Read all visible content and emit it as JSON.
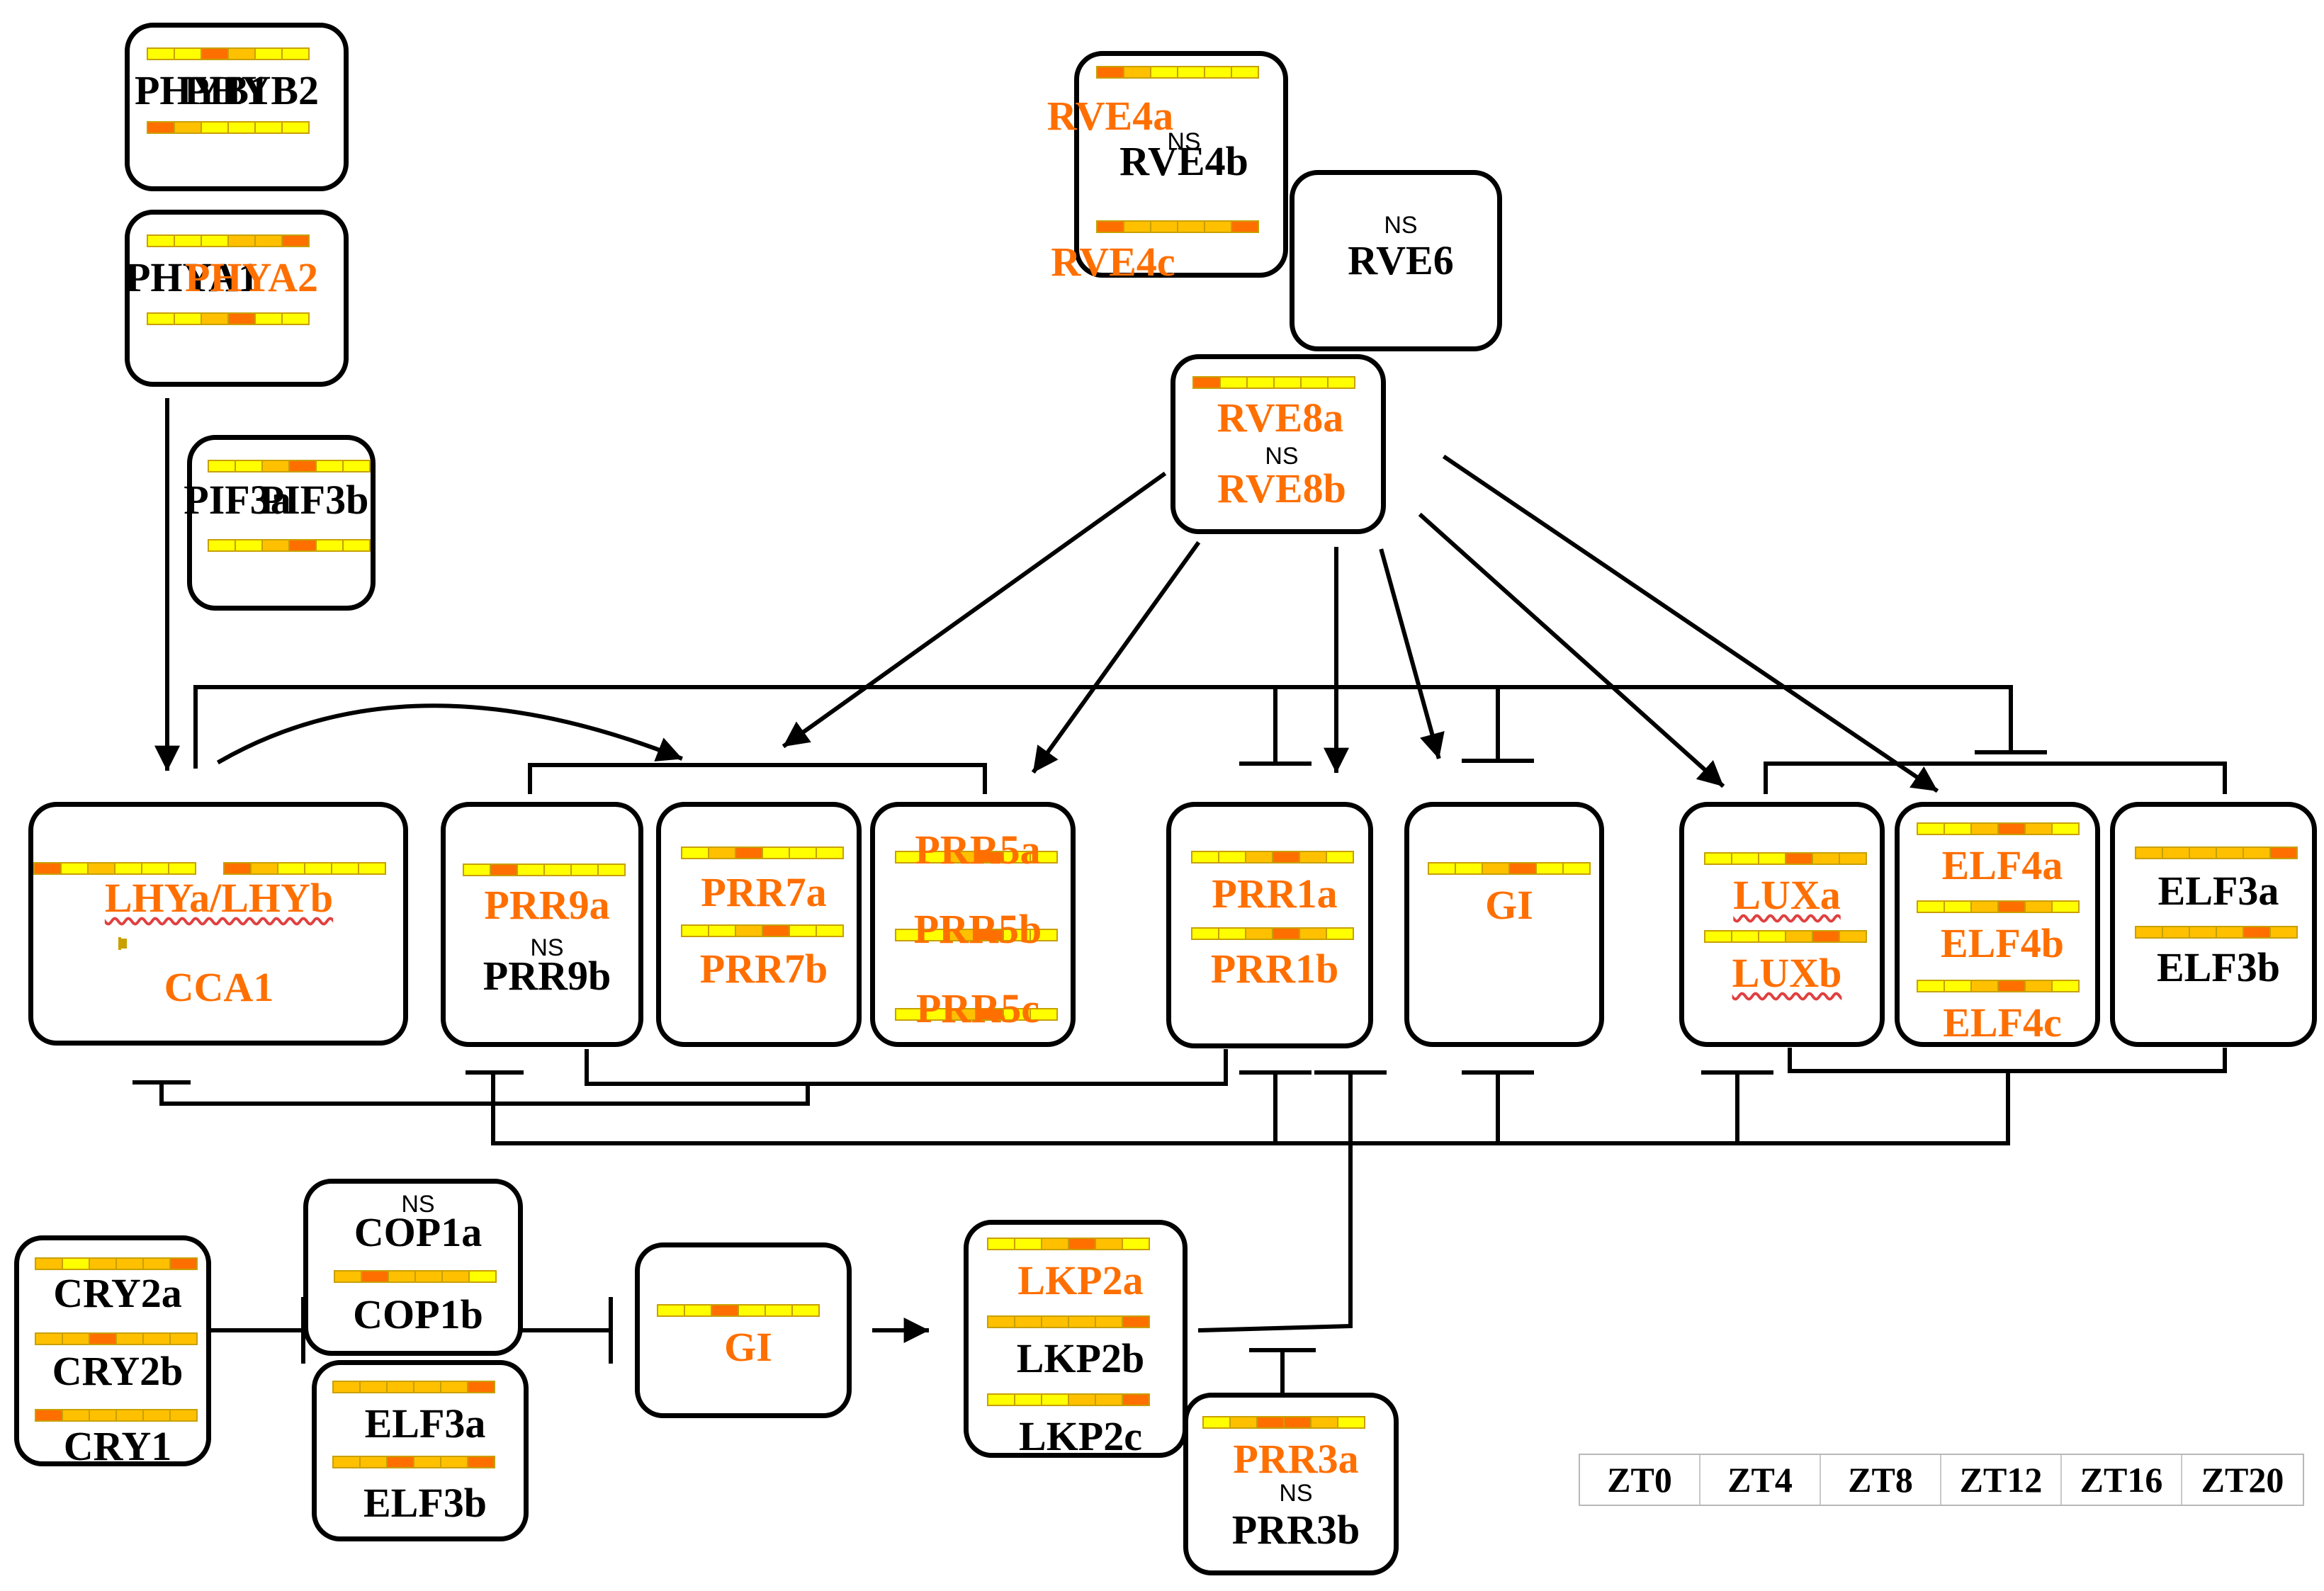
{
  "colors": {
    "low": "#ffff00",
    "mid": "#ffc000",
    "high": "#ff6f00",
    "significant_text": "#ff6f00",
    "plain_text": "#000000"
  },
  "ns_label": "NS",
  "time_legend": [
    "ZT0",
    "ZT4",
    "ZT8",
    "ZT12",
    "ZT16",
    "ZT20"
  ],
  "nodes": [
    {
      "id": "phyb",
      "genes": [
        {
          "name": "PHYB1",
          "sig": false,
          "heat": [
            0,
            0,
            2,
            1,
            0,
            0
          ]
        },
        {
          "name": "PHYB2",
          "sig": false,
          "heat": [
            2,
            1,
            0,
            0,
            0,
            0
          ]
        }
      ]
    },
    {
      "id": "phya",
      "genes": [
        {
          "name": "PHYA1",
          "sig": false,
          "heat": [
            0,
            0,
            0,
            1,
            1,
            2
          ]
        },
        {
          "name": "PHYA2",
          "sig": true,
          "heat": [
            0,
            0,
            1,
            2,
            0,
            0
          ]
        }
      ]
    },
    {
      "id": "pif3",
      "genes": [
        {
          "name": "PIF3a",
          "sig": false,
          "heat": [
            0,
            0,
            1,
            2,
            0,
            0
          ]
        },
        {
          "name": "PIF3b",
          "sig": false,
          "heat": [
            0,
            0,
            1,
            2,
            0,
            0
          ]
        }
      ]
    },
    {
      "id": "rve4",
      "genes": [
        {
          "name": "RVE4a",
          "sig": true,
          "heat": [
            2,
            1,
            0,
            0,
            0,
            0
          ]
        },
        {
          "name": "RVE4b",
          "sig": false,
          "ns": true
        },
        {
          "name": "RVE4c",
          "sig": true,
          "heat": [
            2,
            1,
            1,
            1,
            1,
            2
          ]
        }
      ]
    },
    {
      "id": "rve6",
      "genes": [
        {
          "name": "RVE6",
          "sig": false,
          "ns": true
        }
      ]
    },
    {
      "id": "rve8",
      "genes": [
        {
          "name": "RVE8a",
          "sig": true,
          "heat": [
            2,
            0,
            0,
            0,
            0,
            0
          ]
        },
        {
          "name": "RVE8b",
          "sig": true,
          "ns": true
        }
      ]
    },
    {
      "id": "lhy",
      "genes": [
        {
          "name": "LHYa/LHYb",
          "sig": true,
          "wavy": true
        },
        {
          "name": "CCA1",
          "sig": true,
          "heat": [
            2,
            1,
            1,
            0,
            0,
            0
          ]
        }
      ]
    },
    {
      "id": "prr9",
      "genes": [
        {
          "name": "PRR9a",
          "sig": true,
          "heat": [
            0,
            2,
            0,
            0,
            0,
            0
          ]
        },
        {
          "name": "PRR9b",
          "sig": false,
          "ns": true
        }
      ]
    },
    {
      "id": "prr7",
      "genes": [
        {
          "name": "PRR7a",
          "sig": true,
          "heat": [
            0,
            1,
            2,
            0,
            0,
            0
          ]
        },
        {
          "name": "PRR7b",
          "sig": true,
          "heat": [
            0,
            0,
            1,
            2,
            0,
            0
          ]
        }
      ]
    },
    {
      "id": "prr5",
      "genes": [
        {
          "name": "PRR5a",
          "sig": true,
          "heat": [
            0,
            0,
            1,
            2,
            0,
            0
          ]
        },
        {
          "name": "PRR5b",
          "sig": true,
          "heat": [
            0,
            0,
            1,
            2,
            0,
            0
          ]
        },
        {
          "name": "PRR5c",
          "sig": true,
          "heat": [
            0,
            0,
            1,
            2,
            0,
            0
          ]
        }
      ]
    },
    {
      "id": "prr1",
      "genes": [
        {
          "name": "PRR1a",
          "sig": true,
          "heat": [
            0,
            0,
            1,
            2,
            1,
            0
          ]
        },
        {
          "name": "PRR1b",
          "sig": true,
          "heat": [
            0,
            0,
            1,
            2,
            1,
            0
          ]
        }
      ]
    },
    {
      "id": "gi1",
      "genes": [
        {
          "name": "GI",
          "sig": true,
          "heat": [
            0,
            0,
            1,
            2,
            0,
            0
          ]
        }
      ]
    },
    {
      "id": "lux",
      "genes": [
        {
          "name": "LUXa",
          "sig": true,
          "wavy": true,
          "heat": [
            0,
            0,
            0,
            2,
            1,
            1
          ]
        },
        {
          "name": "LUXb",
          "sig": true,
          "wavy": true,
          "heat": [
            0,
            0,
            0,
            1,
            2,
            1
          ]
        }
      ]
    },
    {
      "id": "elf4",
      "genes": [
        {
          "name": "ELF4a",
          "sig": true,
          "heat": [
            0,
            0,
            1,
            2,
            1,
            0
          ]
        },
        {
          "name": "ELF4b",
          "sig": true,
          "heat": [
            0,
            0,
            1,
            2,
            1,
            0
          ]
        },
        {
          "name": "ELF4c",
          "sig": true,
          "heat": [
            0,
            0,
            1,
            2,
            1,
            0
          ]
        }
      ]
    },
    {
      "id": "elf3top",
      "genes": [
        {
          "name": "ELF3a",
          "sig": false,
          "heat": [
            1,
            1,
            1,
            1,
            1,
            2
          ]
        },
        {
          "name": "ELF3b",
          "sig": false,
          "heat": [
            1,
            1,
            1,
            1,
            2,
            1
          ]
        }
      ]
    },
    {
      "id": "cry",
      "genes": [
        {
          "name": "CRY2a",
          "sig": false,
          "heat": [
            1,
            0,
            1,
            1,
            1,
            2
          ]
        },
        {
          "name": "CRY2b",
          "sig": false,
          "heat": [
            1,
            1,
            2,
            1,
            1,
            1
          ]
        },
        {
          "name": "CRY1",
          "sig": false,
          "heat": [
            2,
            1,
            1,
            1,
            1,
            1
          ]
        }
      ]
    },
    {
      "id": "cop1",
      "genes": [
        {
          "name": "COP1a",
          "sig": false,
          "ns": true
        },
        {
          "name": "COP1b",
          "sig": false,
          "heat": [
            1,
            2,
            1,
            1,
            1,
            0
          ]
        }
      ]
    },
    {
      "id": "elf3bot",
      "genes": [
        {
          "name": "ELF3a",
          "sig": false,
          "heat": [
            1,
            1,
            1,
            1,
            1,
            2
          ]
        },
        {
          "name": "ELF3b",
          "sig": false,
          "heat": [
            1,
            1,
            2,
            1,
            1,
            2
          ]
        }
      ]
    },
    {
      "id": "gi2",
      "genes": [
        {
          "name": "GI",
          "sig": true,
          "heat": [
            0,
            0,
            2,
            0,
            0,
            0
          ]
        }
      ]
    },
    {
      "id": "lkp2",
      "genes": [
        {
          "name": "LKP2a",
          "sig": true,
          "heat": [
            0,
            0,
            1,
            2,
            1,
            0
          ]
        },
        {
          "name": "LKP2b",
          "sig": false,
          "heat": [
            1,
            1,
            1,
            1,
            1,
            2
          ]
        },
        {
          "name": "LKP2c",
          "sig": false,
          "heat": [
            0,
            0,
            0,
            1,
            1,
            2
          ]
        }
      ]
    },
    {
      "id": "prr3",
      "genes": [
        {
          "name": "PRR3a",
          "sig": true,
          "heat": [
            0,
            1,
            2,
            2,
            1,
            0
          ]
        },
        {
          "name": "PRR3b",
          "sig": false,
          "ns": true
        }
      ]
    }
  ]
}
